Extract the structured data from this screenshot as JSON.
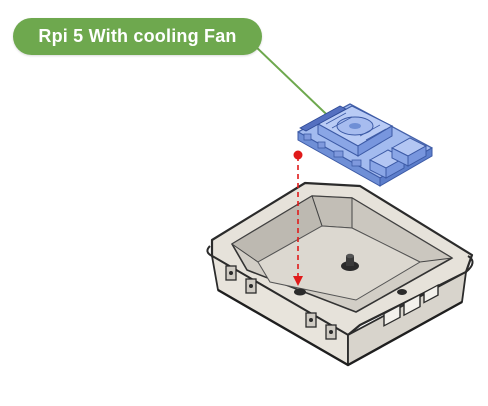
{
  "callout": {
    "label": "Rpi 5 With cooling Fan",
    "color": "#6ea84e"
  },
  "components": {
    "board": {
      "name": "rpi-5-board",
      "color": "#7ea0e0"
    },
    "enclosure": {
      "name": "enclosure-base",
      "color": "#d6d2cb"
    },
    "marker_color": "#e01a1a"
  }
}
